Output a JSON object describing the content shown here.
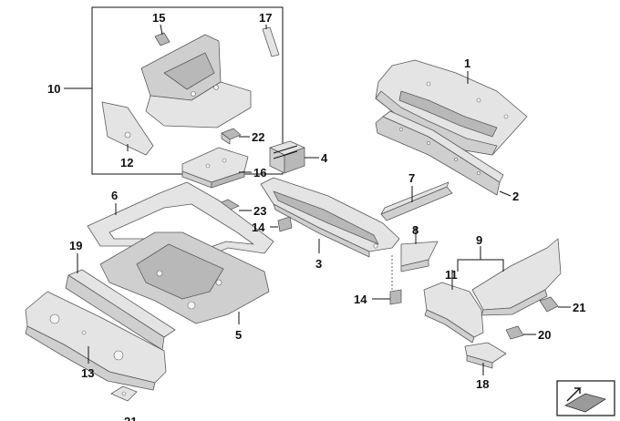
{
  "callouts": [
    "1",
    "2",
    "3",
    "4",
    "5",
    "6",
    "7",
    "8",
    "9",
    "10",
    "11",
    "12",
    "13",
    "14",
    "14",
    "15",
    "16",
    "17",
    "18",
    "19",
    "20",
    "21",
    "21",
    "22",
    "23"
  ],
  "icon": "exploded-view-symbol-icon",
  "colors": {
    "metal_light": "#e4e4e4",
    "metal_mid": "#cfcfcf",
    "metal_dark": "#a6a6a6",
    "ink": "#111111"
  }
}
